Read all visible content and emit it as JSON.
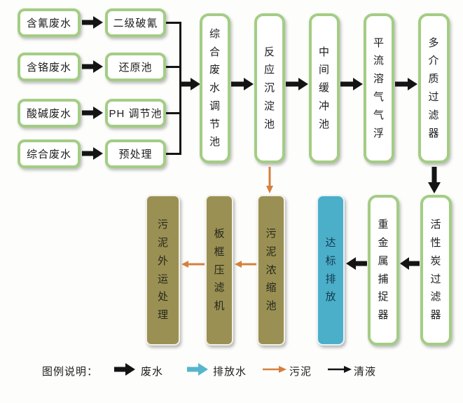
{
  "colors": {
    "background": "#fdfdfc",
    "box_border_green": "#a3cd84",
    "box_fill_white": "#ffffff",
    "sludge_box_fill": "#9a9053",
    "discharge_box_fill": "#4bafca",
    "discharge_text": "#14394f",
    "wastewater_arrow_black": "#141414",
    "sludge_arrow_orange": "#d5803c",
    "discharge_arrow_teal": "#56b6cd",
    "clear_liquid_arrow_black": "#141414"
  },
  "flow": {
    "sources": [
      {
        "label": "含氰废水",
        "treatment": "二级破氰"
      },
      {
        "label": "含铬废水",
        "treatment": "还原池"
      },
      {
        "label": "酸碱废水",
        "treatment": "PH 调节池"
      },
      {
        "label": "综合废水",
        "treatment": "预处理"
      }
    ],
    "primary": [
      "综合废水调节池",
      "反应沉淀池",
      "中间缓冲池",
      "平流溶气气浮",
      "多介质过滤器"
    ],
    "polishing": [
      "活性炭过滤器",
      "重金属捕捉器"
    ],
    "discharge": "达标排放",
    "sludge": [
      "污泥浓缩池",
      "板框压滤机",
      "污泥外运处理"
    ]
  },
  "legend": {
    "title": "图例说明：",
    "items": [
      {
        "label": "废水",
        "arrow": "thick-black"
      },
      {
        "label": "排放水",
        "arrow": "thick-teal"
      },
      {
        "label": "污泥",
        "arrow": "thin-orange"
      },
      {
        "label": "清液",
        "arrow": "thin-black"
      }
    ]
  }
}
